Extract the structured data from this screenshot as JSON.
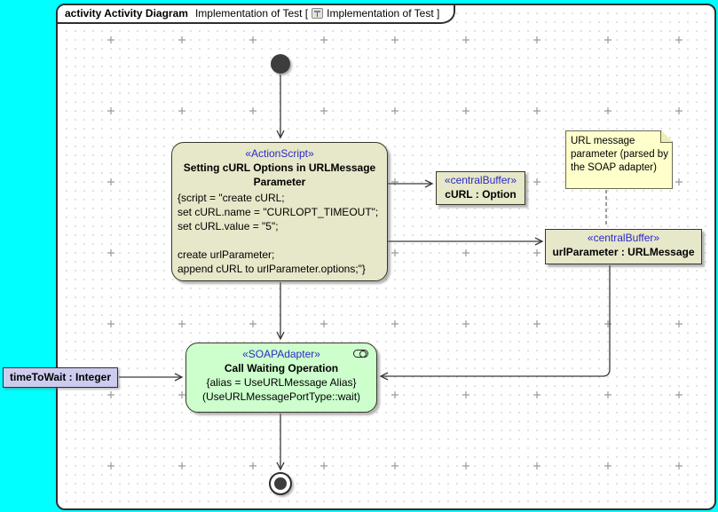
{
  "colors": {
    "outside_frame": "#00ffff",
    "canvas": "#ffffff",
    "frame_border": "#2e2e2e",
    "stereotype_text": "#2a2ac8",
    "action_fill": "#e7e7c9",
    "buffer_fill": "#e7e7c9",
    "note_fill": "#ffffcc",
    "soap_action_fill": "#ccffcc",
    "pin_fill": "#ccccee",
    "node_fill_dark": "#3d3d3d"
  },
  "frame_header": {
    "diagram_kind": "activity Activity Diagram",
    "diagram_name": "Implementation of Test [",
    "diagram_ref": "Implementation of Test ]",
    "icon": "activity-diagram-icon"
  },
  "nodes": {
    "initial": {
      "type": "initial-node"
    },
    "action_script": {
      "stereotype": "«ActionScript»",
      "title": "Setting cURL Options in URLMessage Parameter",
      "lines": [
        "{script = \"create cURL;",
        "set cURL.name = \"CURLOPT_TIMEOUT\";",
        "set cURL.value = \"5\";",
        "",
        "create urlParameter;",
        "append cURL to urlParameter.options;\"}"
      ]
    },
    "curl_buffer": {
      "stereotype": "«centralBuffer»",
      "name": "cURL : Option"
    },
    "url_param_buffer": {
      "stereotype": "«centralBuffer»",
      "name": "urlParameter : URLMessage"
    },
    "note": {
      "text": "URL message parameter (parsed by the SOAP adapter)"
    },
    "soap_action": {
      "stereotype": "«SOAPAdapter»",
      "title": "Call Waiting Operation",
      "lines": [
        "{alias = UseURLMessage Alias}",
        "(UseURLMessagePortType::wait)"
      ],
      "icon": "fork-indicator-icon"
    },
    "time_to_wait_pin": {
      "label": "timeToWait : Integer"
    },
    "final": {
      "type": "activity-final-node"
    }
  },
  "edges": [
    {
      "name": "edge-initial-to-actionscript",
      "style": "solid-arrow"
    },
    {
      "name": "edge-actionscript-to-curl-buffer",
      "style": "solid-arrow"
    },
    {
      "name": "edge-actionscript-to-urlparameter-buffer",
      "style": "solid-arrow"
    },
    {
      "name": "edge-note-anchor",
      "style": "dashed"
    },
    {
      "name": "edge-urlparameter-to-soap",
      "style": "solid-arrow"
    },
    {
      "name": "edge-timetowait-to-soap",
      "style": "solid-arrow"
    },
    {
      "name": "edge-actionscript-to-soap",
      "style": "solid-arrow"
    },
    {
      "name": "edge-soap-to-final",
      "style": "solid-arrow"
    }
  ]
}
